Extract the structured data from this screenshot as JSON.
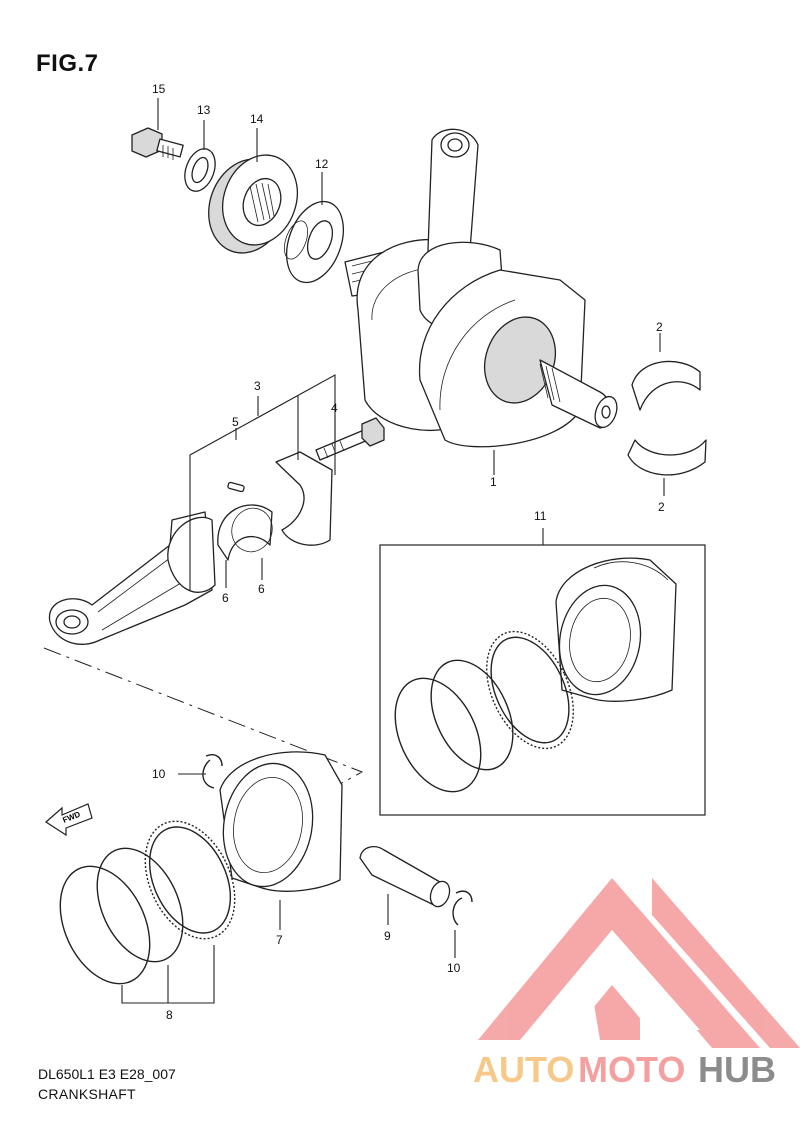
{
  "figure": {
    "title": "FIG.7"
  },
  "footer": {
    "code": "DL650L1 E3 E28_007",
    "name": "CRANKSHAFT"
  },
  "fwd_label": "FWD",
  "callouts": {
    "c1": "1",
    "c2a": "2",
    "c2b": "2",
    "c3": "3",
    "c4": "4",
    "c5": "5",
    "c6a": "6",
    "c6b": "6",
    "c7": "7",
    "c8": "8",
    "c9": "9",
    "c10a": "10",
    "c10b": "10",
    "c11": "11",
    "c12": "12",
    "c13": "13",
    "c14": "14",
    "c15": "15"
  },
  "watermark": {
    "auto": "AUTO",
    "moto": "MOTO",
    "hub": "HUB",
    "colors": {
      "auto": "#f6c98a",
      "moto": "#f4a0a0",
      "hub": "#8c8c8c",
      "logo": "#f59a9a"
    }
  }
}
